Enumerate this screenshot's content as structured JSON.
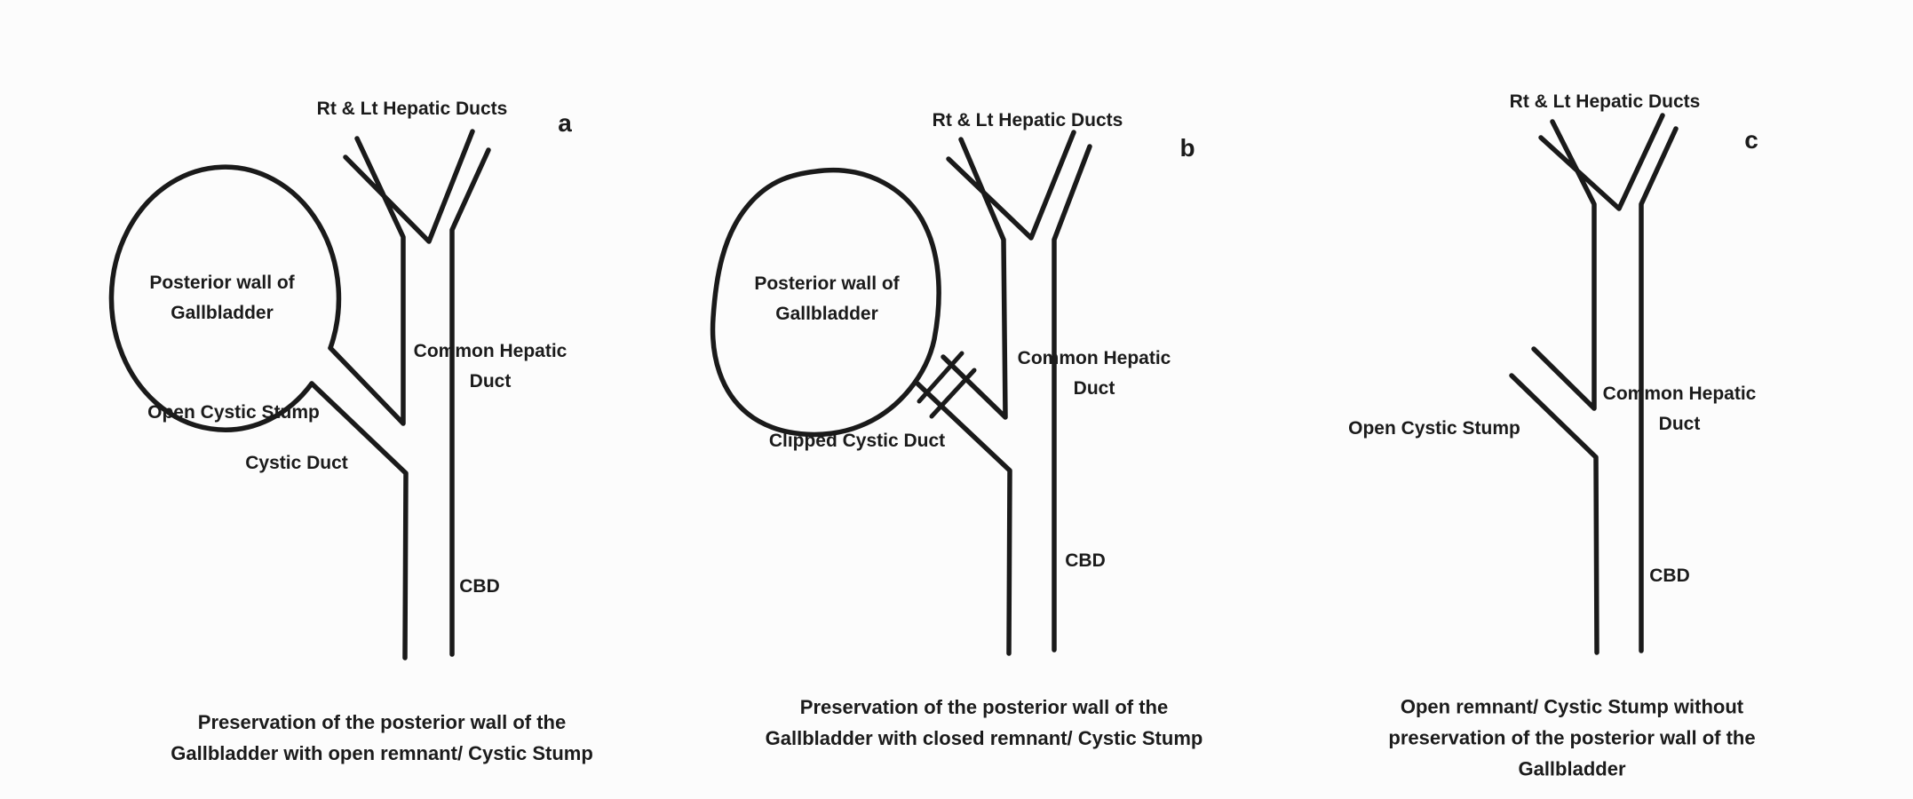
{
  "figure": {
    "type": "medical-line-diagram",
    "colors": {
      "ink": "#1a1a1a",
      "background": "#fcfcfc"
    }
  },
  "panels": [
    {
      "letter": "a",
      "hepatic_ducts_label": "Rt & Lt Hepatic Ducts",
      "gallbladder_label": [
        "Posterior wall of",
        "Gallbladder"
      ],
      "common_hepatic_label": [
        "Common Hepatic",
        "Duct"
      ],
      "open_stump_label": "Open Cystic Stump",
      "cystic_duct_label": "Cystic Duct",
      "cbd_label": "CBD",
      "caption": [
        "Preservation of the posterior wall of the",
        "Gallbladder with open remnant/ Cystic Stump"
      ]
    },
    {
      "letter": "b",
      "hepatic_ducts_label": "Rt & Lt Hepatic Ducts",
      "gallbladder_label": [
        "Posterior wall of",
        "Gallbladder"
      ],
      "common_hepatic_label": [
        "Common Hepatic",
        "Duct"
      ],
      "clipped_duct_label": "Clipped Cystic Duct",
      "cbd_label": "CBD",
      "caption": [
        "Preservation of the posterior wall of the",
        "Gallbladder with closed remnant/ Cystic Stump"
      ]
    },
    {
      "letter": "c",
      "hepatic_ducts_label": "Rt & Lt Hepatic Ducts",
      "common_hepatic_label": [
        "Common Hepatic",
        "Duct"
      ],
      "open_stump_label": "Open Cystic Stump",
      "cbd_label": "CBD",
      "caption": [
        "Open remnant/ Cystic Stump without",
        "preservation of the posterior wall of the",
        "Gallbladder"
      ]
    }
  ]
}
